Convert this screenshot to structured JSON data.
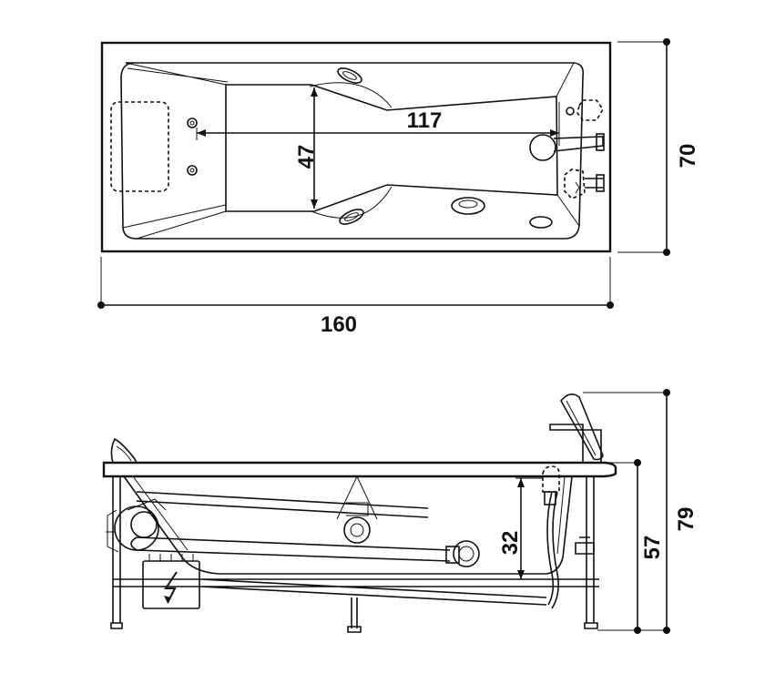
{
  "top_view": {
    "dim_length": "160",
    "dim_width": "70",
    "dim_inner_length": "117",
    "dim_inner_width": "47"
  },
  "side_view": {
    "dim_depth": "32",
    "dim_height": "57",
    "dim_total_height": "79"
  },
  "colors": {
    "line": "#111111",
    "background": "#ffffff"
  },
  "icons": [
    "electric-box-lightning-icon"
  ]
}
